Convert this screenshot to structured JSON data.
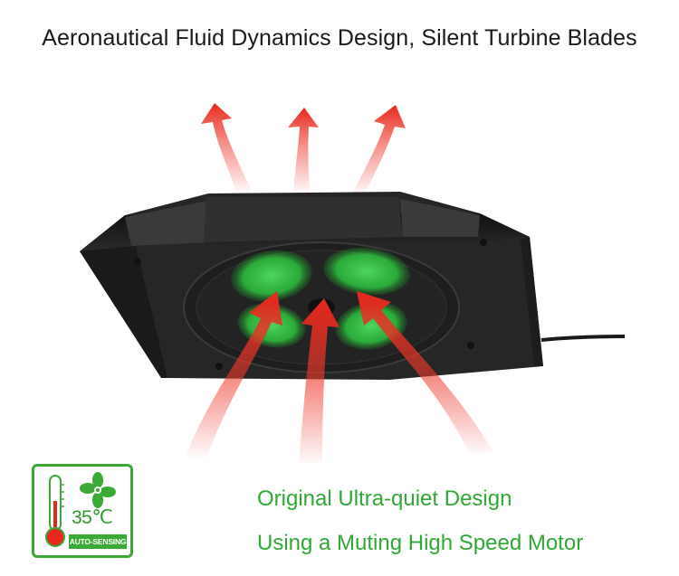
{
  "headline": "Aeronautical Fluid Dynamics Design, Silent Turbine Blades",
  "badge": {
    "temperature": "35℃",
    "label": "AUTO-SENSING",
    "icons": [
      "thermometer-icon",
      "fan-icon"
    ]
  },
  "taglines": [
    "Original Ultra-quiet Design",
    "Using a Muting High Speed Motor"
  ],
  "colors": {
    "headline": "#1a1a1a",
    "accent_green": "#3aa935",
    "airflow_red": "#e8281e",
    "fan_glow": "#2ecc40",
    "device_body": "#2b2b2b"
  }
}
